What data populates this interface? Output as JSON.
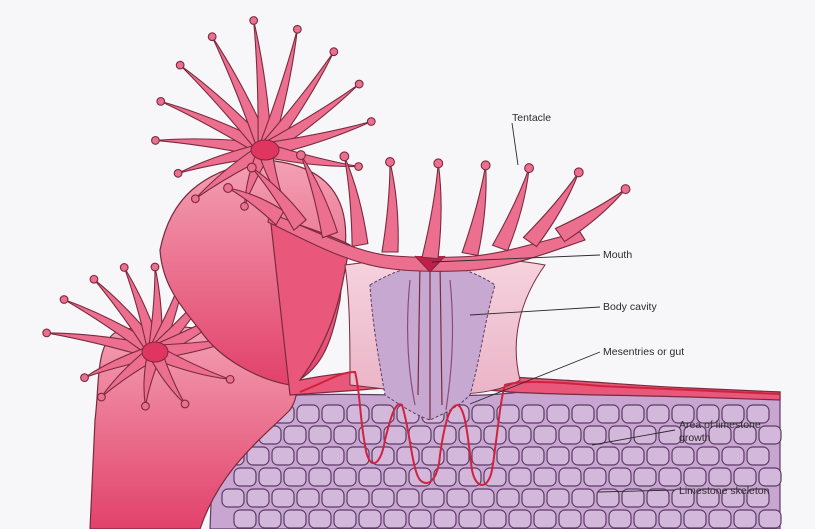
{
  "diagram": {
    "labels": {
      "tentacle": "Tentacle",
      "mouth": "Mouth",
      "body_cavity": "Body cavity",
      "mesenteries": "Mesentries or gut",
      "limestone_growth_line1": "Area of limestone",
      "limestone_growth_line2": "growth",
      "limestone_skeleton": "Limestone skeleton"
    },
    "colors": {
      "polyp_fill": "#e9577a",
      "polyp_light": "#f4a3b6",
      "polyp_outline": "#7a2a3e",
      "cavity_fill": "#f3c9d6",
      "mesentery_fill": "#b89ac4",
      "skeleton_fill": "#c9a9d2",
      "skeleton_outline": "#5b3c63",
      "red_line": "#d0233f",
      "background": "#f7f6f8"
    }
  }
}
